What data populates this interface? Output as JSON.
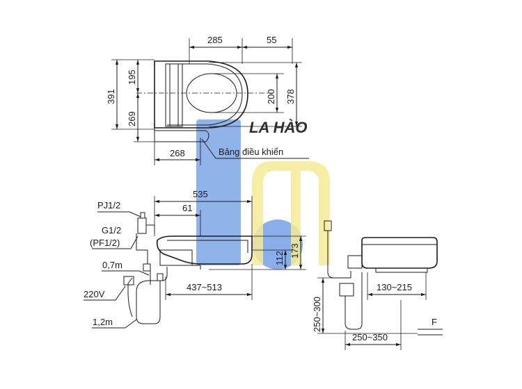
{
  "watermark": {
    "text": "LA HÀO",
    "blue": "#5b8fe0",
    "yellow": "#f3e98a",
    "text_color": "#1e88d8"
  },
  "top_view": {
    "dim_width_seat": "285",
    "dim_offset": "55",
    "dim_total_height": "391",
    "dim_upper": "195",
    "dim_lower": "269",
    "dim_seat_opening": "200",
    "dim_seat_length": "378",
    "dim_depth": "268",
    "control_panel_label": "Bảng điều khiển"
  },
  "side_view": {
    "dim_length": "535",
    "dim_inset": "61",
    "dim_height_low": "112",
    "dim_height_high": "173",
    "dim_range": "437~513",
    "label_pj": "PJ1/2",
    "label_g": "G1/2",
    "label_pf": "(PF1/2)",
    "label_hose": "0,7m",
    "label_power": "220V",
    "label_cord": "1,2m"
  },
  "right_view": {
    "dim_range_h": "130~215",
    "dim_range_v": "250~300",
    "dim_range_base": "250~350",
    "label_cut": "F"
  }
}
